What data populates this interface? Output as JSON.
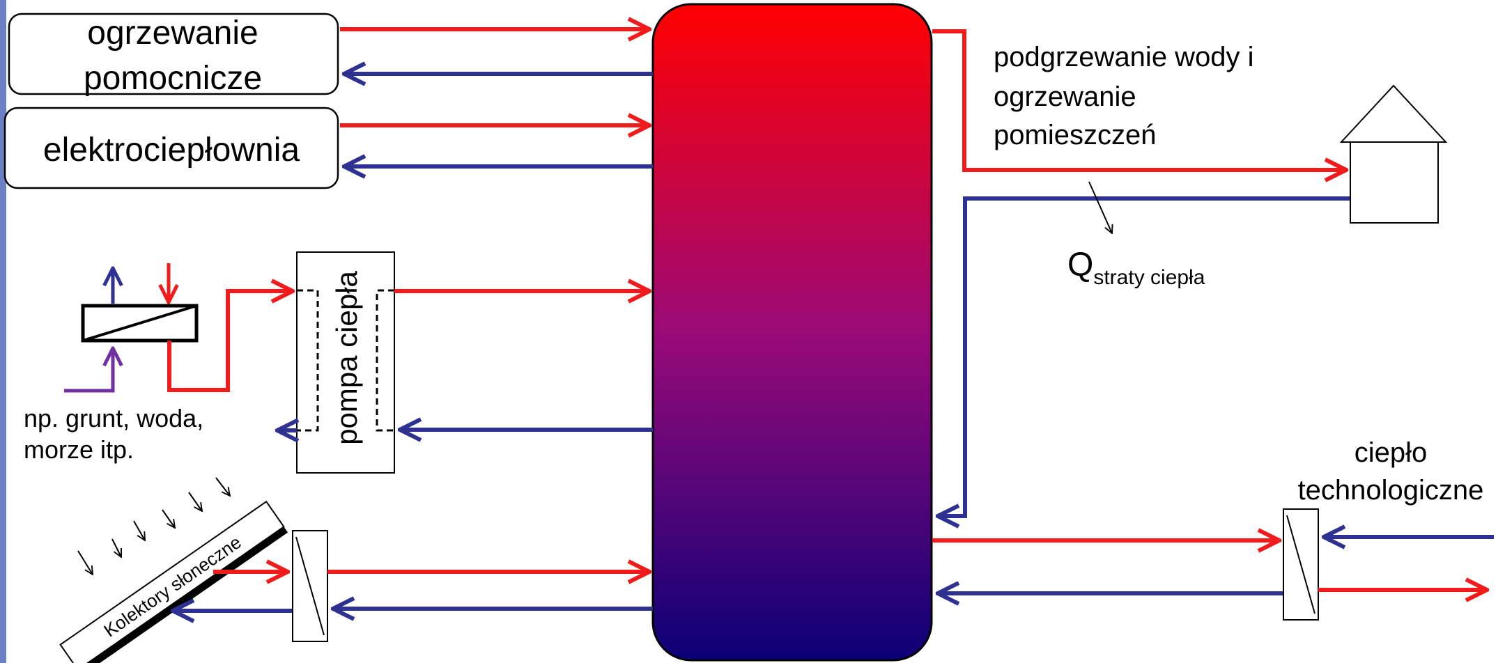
{
  "labels": {
    "aux_heating_line1": "ogrzewanie",
    "aux_heating_line2": "pomocnicze",
    "chp": "elektrociepłownia",
    "heat_pump": "pompa ciepła",
    "source_line1": "np. grunt, woda,",
    "source_line2": "morze itp.",
    "solar_collectors": "Kolektory słoneczne",
    "dhw_line1": "podgrzewanie wody i",
    "dhw_line2": "ogrzewanie",
    "dhw_line3": "pomieszczeń",
    "loss_main": "Q",
    "loss_sub": "straty ciepła",
    "process_line1": "ciepło",
    "process_line2": "technologiczne"
  },
  "colors": {
    "supply": "#f21b1b",
    "return": "#2e3192",
    "source": "#7030a0",
    "tank_top": "#ff0000",
    "tank_bottom": "#0b0077",
    "outline": "#000000",
    "left_edge": "#6b7fc4"
  }
}
